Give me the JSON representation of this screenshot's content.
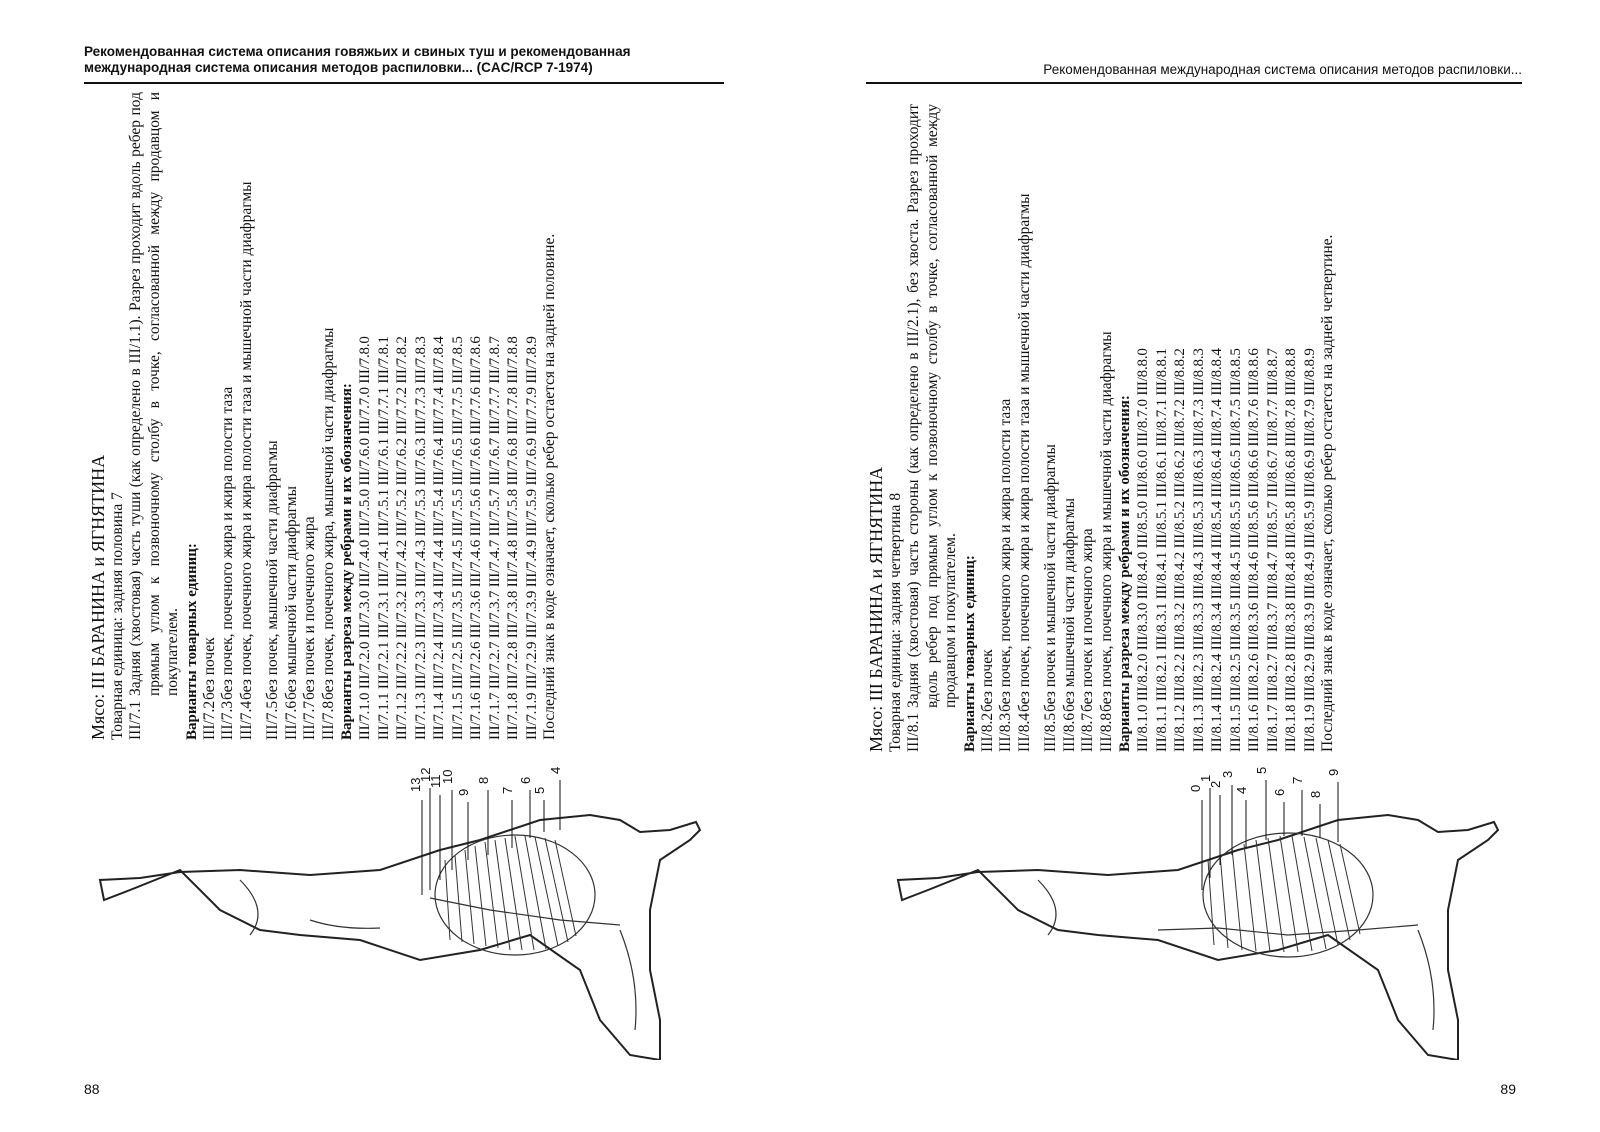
{
  "left_page": {
    "header_line1": "Рекомендованная система описания говяжьих и свиных туш и рекомендованная",
    "header_line2": "международная система описания методов распиловки...  (CAC/RCP 7-1974)",
    "page_number": "88",
    "title": "Мясо: III БАРАНИНА и ЯГНЯТИНА",
    "unit": "Товарная единица: задняя половина 7",
    "def_code": "III/7.1",
    "def_text": "Задняя (хвостовая) часть туши (как определено в III/1.1). Разрез проходит вдоль ребер под прямым углом к позвоночному столбу в точке, согласованной между продавцом и покупателем.",
    "variants_heading": "Варианты товарных единиц:",
    "variants": [
      {
        "code": "III/7.2",
        "text": "без почек"
      },
      {
        "code": "III/7.3",
        "text": "без почек, почечного жира и жира полости таза"
      },
      {
        "code": "III/7.4",
        "text": "без почек, почечного жира и жира полости таза и мышечной части диафрагмы"
      },
      {
        "code": "III/7.5",
        "text": "без почек, мышечной части диафрагмы"
      },
      {
        "code": "III/7.6",
        "text": "без мышечной части диафрагмы"
      },
      {
        "code": "III/7.7",
        "text": "без почек и почечного жира"
      },
      {
        "code": "III/7.8",
        "text": "без почек, почечного жира, мышечной части диафрагмы"
      }
    ],
    "cuts_heading": "Варианты разреза между ребрами и их обозначения:",
    "cut_rows": [
      "III/7.1.0 III/7.2.0 III/7.3.0 III/7.4.0 III/7.5.0 III/7.6.0 III/7.7.0 III/7.8.0",
      "III/7.1.1 III/7.2.1 III/7.3.1 III/7.4.1 III/7.5.1 III/7.6.1 III/7.7.1 III/7.8.1",
      "III/7.1.2 III/7.2.2 III/7.3.2 III/7.4.2 III/7.5.2 III/7.6.2 III/7.7.2 III/7.8.2",
      "III/7.1.3 III/7.2.3 III/7.3.3 III/7.4.3 III/7.5.3 III/7.6.3 III/7.7.3 III/7.8.3",
      "III/7.1.4 III/7.2.4 III/7.3.4 III/7.4.4 III/7.5.4 III/7.6.4 III/7.7.4 III/7.8.4",
      "III/7.1.5 III/7.2.5 III/7.3.5 III/7.4.5 III/7.5.5 III/7.6.5 III/7.7.5 III/7.8.5",
      "III/7.1.6 III/7.2.6 III/7.3.6 III/7.4.6 III/7.5.6 III/7.6.6 III/7.7.6 III/7.8.6",
      "III/7.1.7 III/7.2.7 III/7.3.7 III/7.4.7 III/7.5.7 III/7.6.7 III/7.7.7 III/7.8.7",
      "III/7.1.8 III/7.2.8 III/7.3.8 III/7.4.8 III/7.5.8 III/7.6.8 III/7.7.8 III/7.8.8",
      "III/7.1.9 III/7.2.9 III/7.3.9 III/7.4.9 III/7.5.9 III/7.6.9 III/7.7.9 III/7.8.9"
    ],
    "note": "Последний знак в коде означает, сколько ребер остается на задней половине.",
    "rib_labels": [
      "13",
      "12",
      "11",
      "10",
      "9",
      "8",
      "7",
      "6",
      "5",
      "4"
    ]
  },
  "right_page": {
    "header": "Рекомендованная международная система описания методов распиловки...",
    "page_number": "89",
    "title": "Мясо: III БАРАНИНА и ЯГНЯТИНА",
    "unit": "Товарная единица: задняя четвертина 8",
    "def_code": "III/8.1",
    "def_text": "Задняя (хвостовая) часть стороны (как определено в III/2.1), без хвоста. Разрез проходит вдоль ребер под прямым углом к позвоночному столбу в точке, согласованной между продавцом и покупателем.",
    "variants_heading": "Варианты товарных единиц:",
    "variants": [
      {
        "code": "III/8.2",
        "text": "без почек"
      },
      {
        "code": "III/8.3",
        "text": "без почек, почечного жира и жира полости таза"
      },
      {
        "code": "III/8.4",
        "text": "без почек, почечного жира и жира полости таза и мышечной части диафрагмы"
      },
      {
        "code": "III/8.5",
        "text": "без почек и мышечной части диафрагмы"
      },
      {
        "code": "III/8.6",
        "text": "без мышечной части диафрагмы"
      },
      {
        "code": "III/8.7",
        "text": "без почек и почечного жира"
      },
      {
        "code": "III/8.8",
        "text": "без почек, почечного жира и мышечной части диафрагмы"
      }
    ],
    "cuts_heading": "Варианты разреза между ребрами и их обозначения:",
    "cut_rows": [
      "III/8.1.0 III/8.2.0 III/8.3.0 III/8.4.0 III/8.5.0 III/8.6.0 III/8.7.0 III/8.8.0",
      "III/8.1.1 III/8.2.1 III/8.3.1 III/8.4.1 III/8.5.1 III/8.6.1 III/8.7.1 III/8.8.1",
      "III/8.1.2 III/8.2.2 III/8.3.2 III/8.4.2 III/8.5.2 III/8.6.2 III/8.7.2 III/8.8.2",
      "III/8.1.3 III/8.2.3 III/8.3.3 III/8.4.3 III/8.5.3 III/8.6.3 III/8.7.3 III/8.8.3",
      "III/8.1.4 III/8.2.4 III/8.3.4 III/8.4.4 III/8.5.4 III/8.6.4 III/8.7.4 III/8.8.4",
      "III/8.1.5 III/8.2.5 III/8.3.5 III/8.4.5 III/8.5.5 III/8.6.5 III/8.7.5 III/8.8.5",
      "III/8.1.6 III/8.2.6 III/8.3.6 III/8.4.6 III/8.5.6 III/8.6.6 III/8.7.6 III/8.8.6",
      "III/8.1.7 III/8.2.7 III/8.3.7 III/8.4.7 III/8.5.7 III/8.6.7 III/8.7.7 III/8.8.7",
      "III/8.1.8 III/8.2.8 III/8.3.8 III/8.4.8 III/8.5.8 III/8.6.8 III/8.7.8 III/8.8.8",
      "III/8.1.9 III/8.2.9 III/8.3.9 III/8.4.9 III/8.5.9 III/8.6.9 III/8.7.9 III/8.8.9"
    ],
    "note": "Последний знак в коде означает, сколько ребер остается на задней четвертине.",
    "rib_labels": [
      "0",
      "1",
      "2",
      "3",
      "4",
      "5",
      "6",
      "7",
      "8",
      "9"
    ]
  }
}
